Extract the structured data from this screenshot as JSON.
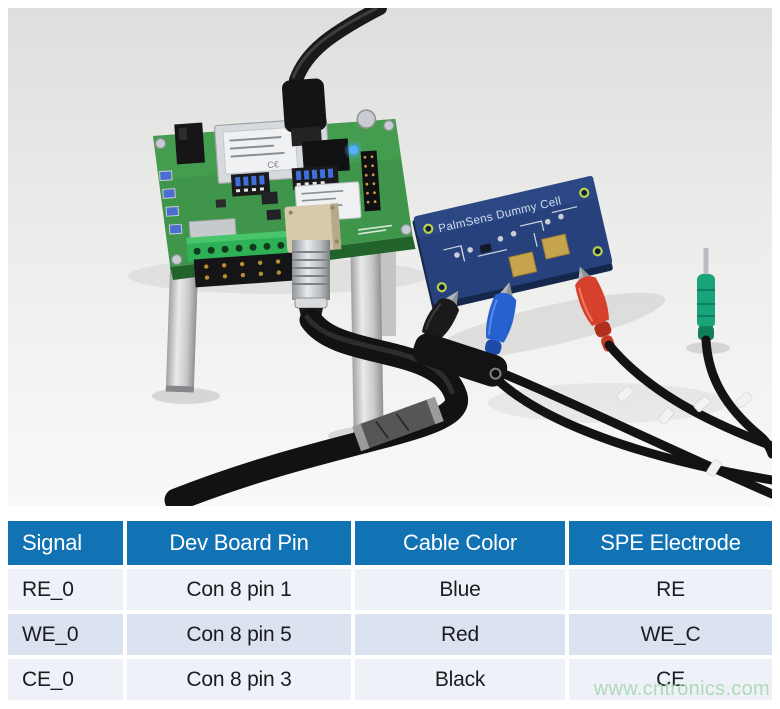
{
  "photo": {
    "dummy_cell_label": "PalmSens Dummy Cell"
  },
  "table": {
    "columns": [
      "Signal",
      "Dev Board Pin",
      "Cable Color",
      "SPE Electrode"
    ],
    "rows": [
      [
        "RE_0",
        "Con 8 pin 1",
        "Blue",
        "RE"
      ],
      [
        "WE_0",
        "Con 8 pin 5",
        "Red",
        "WE_C"
      ],
      [
        "CE_0",
        "Con 8 pin 3",
        "Black",
        "CE"
      ]
    ],
    "colors": {
      "header_bg": "#1172b4",
      "header_text": "#ffffff",
      "row_light": "#eef2f8",
      "row_dark": "#dce3f0",
      "cell_text": "#1b1c20"
    }
  },
  "cable_colors": {
    "blue": "#2761cf",
    "red": "#d5412c",
    "black": "#141416",
    "green": "#18a378"
  },
  "watermark": {
    "text": "www.cntronics.com",
    "color": "#abd9b4"
  }
}
